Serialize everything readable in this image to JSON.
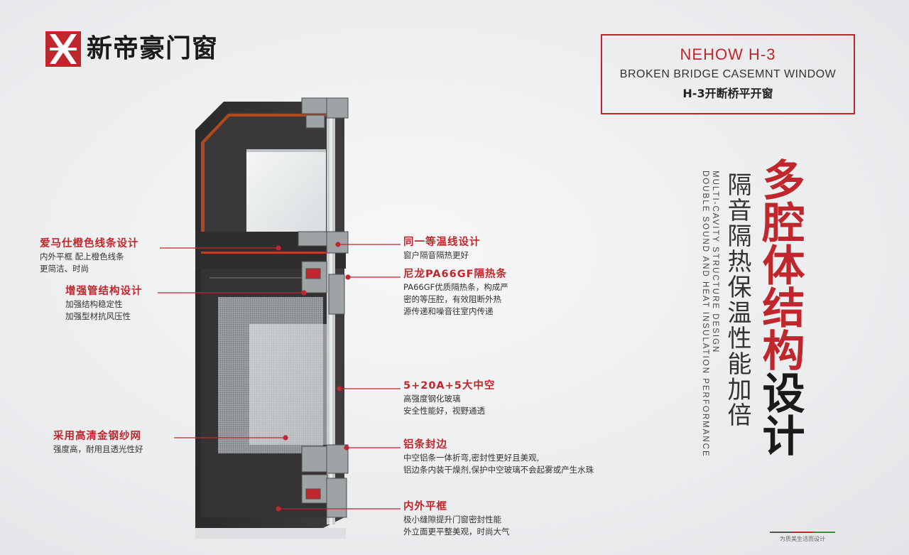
{
  "logo": {
    "text": "新帝豪门窗",
    "color": "#c0272d"
  },
  "title_box": {
    "main": "NEHOW H-3",
    "sub": "BROKEN BRIDGE CASEMNT WINDOW",
    "cn": "H-3开断桥平开窗",
    "border_color": "#c0272d"
  },
  "vertical": {
    "big_red": "多腔体结构",
    "big_dark": "设计",
    "mid": "隔音隔热保温性能加倍",
    "en1": "MULTI-CAVITY STRUCTURE DESIGN",
    "en2": "DOUBLE SOUND AND HEAT INSULATION PERFORMANCE"
  },
  "callouts_left": [
    {
      "title": "爱马仕橙色线条设计",
      "lines": [
        "内外平框  配上橙色线条",
        "更简洁、时尚"
      ]
    },
    {
      "title": "增强管结构设计",
      "lines": [
        "加强结构稳定性",
        "加强型材抗风压性"
      ]
    },
    {
      "title": "采用高清金钢纱网",
      "lines": [
        "强度高，耐用且透光性好"
      ]
    }
  ],
  "callouts_right": [
    {
      "title": "同一等温线设计",
      "lines": [
        "窗户隔音隔热更好"
      ]
    },
    {
      "title": "尼龙PA66GF隔热条",
      "lines": [
        "PA66GF优质隔热条，构成严",
        "密的等压腔，有效阻断外热",
        "源传递和噪音往室内传递"
      ]
    },
    {
      "title": "5+20A+5大中空",
      "lines": [
        "高强度钢化玻璃",
        "安全性能好，视野通透"
      ]
    },
    {
      "title": "铝条封边",
      "lines": [
        "中空铝条一体折弯,密封性更好且美观,",
        "铝边条内装干燥剂,保护中空玻璃不会起雾或产生水珠"
      ]
    },
    {
      "title": "内外平框",
      "lines": [
        "极小缝隙提升门窗密封性能",
        "外立面更平整美观，时尚大气"
      ]
    }
  ],
  "bottom_tag": {
    "text": "为质美生活而设计"
  },
  "colors": {
    "accent": "#c0272d",
    "frame": "#3a3838",
    "orange_line": "#b0481e"
  }
}
